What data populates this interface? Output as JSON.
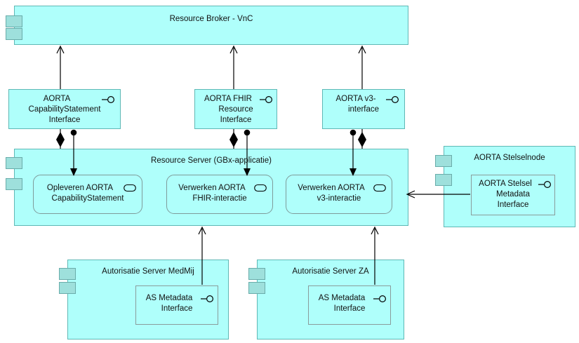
{
  "diagram": {
    "title": "AORTA Resource Broker / Resource Server component diagram",
    "colors": {
      "node_fill": "#AFFFFB",
      "node_border": "#5FB8B5",
      "tab_fill": "#9EE0DC",
      "tab_border": "#6AACAA",
      "inner_border": "#7F9B9A",
      "connector": "#000000",
      "background": "#FFFFFF"
    }
  },
  "components": {
    "resource_broker": {
      "title": "Resource Broker - VnC"
    },
    "resource_server": {
      "title": "Resource Server (GBx-applicatie)"
    },
    "aorta_stelselnode": {
      "title": "AORTA Stelselnode"
    },
    "autorisatie_server_medmij": {
      "title": "Autorisatie Server MedMij"
    },
    "autorisatie_server_za": {
      "title": "Autorisatie Server ZA"
    }
  },
  "interfaces": {
    "capability_statement": {
      "line1": "AORTA",
      "line2": "CapabilityStatement",
      "line3": "Interface",
      "icon": "provided-interface-lollipop-icon"
    },
    "fhir_resource": {
      "line1": "AORTA FHIR",
      "line2": "Resource",
      "line3": "Interface",
      "icon": "provided-interface-lollipop-icon"
    },
    "v3_interface": {
      "line1": "AORTA v3-",
      "line2": "interface",
      "line3": "",
      "icon": "provided-interface-lollipop-icon"
    },
    "aorta_stelsel_metadata": {
      "line1": "AORTA Stelsel",
      "line2": "Metadata",
      "line3": "Interface",
      "icon": "provided-interface-lollipop-icon"
    },
    "as_metadata_medmij": {
      "line1": "AS Metadata",
      "line2": "Interface",
      "line3": "",
      "icon": "provided-interface-lollipop-icon"
    },
    "as_metadata_za": {
      "line1": "AS Metadata",
      "line2": "Interface",
      "line3": "",
      "icon": "provided-interface-lollipop-icon"
    }
  },
  "functions": {
    "opleveren_capabilitystatement": {
      "line1": "Opleveren AORTA",
      "line2": "CapabilityStatement",
      "icon": "application-function-oval-icon"
    },
    "verwerken_fhir": {
      "line1": "Verwerken AORTA",
      "line2": "FHIR-interactie",
      "icon": "application-function-oval-icon"
    },
    "verwerken_v3": {
      "line1": "Verwerken AORTA",
      "line2": "v3-interactie",
      "icon": "application-function-oval-icon"
    }
  }
}
